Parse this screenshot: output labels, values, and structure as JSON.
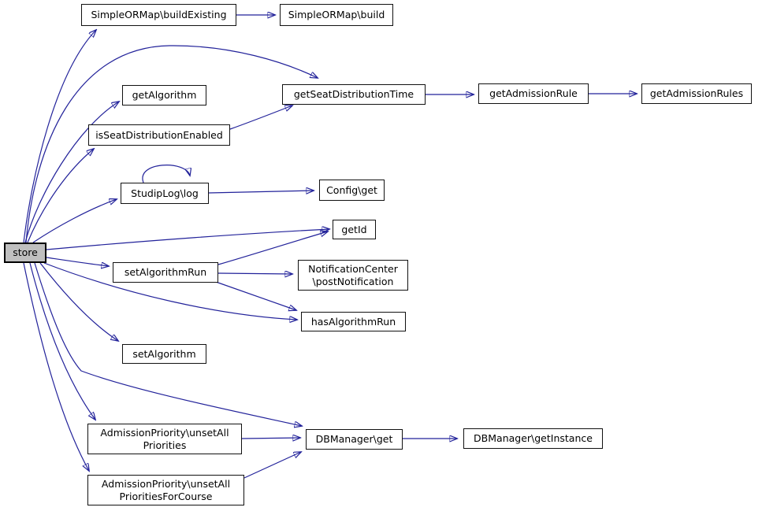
{
  "diagram": {
    "type": "call-graph",
    "background_color": "#ffffff",
    "edge_color": "#22229a",
    "node_border_color": "#111111",
    "highlight_node_fill": "#bfbfbf",
    "nodes": {
      "buildExisting": {
        "label": "SimpleORMap\\buildExisting"
      },
      "build": {
        "label": "SimpleORMap\\build"
      },
      "getAlgorithm": {
        "label": "getAlgorithm"
      },
      "getSeatDistributionTime": {
        "label": "getSeatDistributionTime"
      },
      "getAdmissionRule": {
        "label": "getAdmissionRule"
      },
      "getAdmissionRules": {
        "label": "getAdmissionRules"
      },
      "isSeatDistributionEnabled": {
        "label": "isSeatDistributionEnabled"
      },
      "studipLog": {
        "label": "StudipLog\\log"
      },
      "configGet": {
        "label": "Config\\get"
      },
      "getId": {
        "label": "getId"
      },
      "store": {
        "label": "store"
      },
      "setAlgorithmRun": {
        "label": "setAlgorithmRun"
      },
      "notificationCenter": {
        "label": "NotificationCenter\n\\postNotification"
      },
      "hasAlgorithmRun": {
        "label": "hasAlgorithmRun"
      },
      "setAlgorithm": {
        "label": "setAlgorithm"
      },
      "unsetAllPriorities": {
        "label": "AdmissionPriority\\unsetAll\nPriorities"
      },
      "dbManagerGet": {
        "label": "DBManager\\get"
      },
      "dbManagerGetInstance": {
        "label": "DBManager\\getInstance"
      },
      "unsetAllPrioritiesForCourse": {
        "label": "AdmissionPriority\\unsetAll\nPrioritiesForCourse"
      }
    },
    "edges": [
      {
        "from": "store",
        "to": "buildExisting"
      },
      {
        "from": "store",
        "to": "getSeatDistributionTime"
      },
      {
        "from": "store",
        "to": "getAlgorithm"
      },
      {
        "from": "store",
        "to": "isSeatDistributionEnabled"
      },
      {
        "from": "store",
        "to": "studipLog"
      },
      {
        "from": "store",
        "to": "getId"
      },
      {
        "from": "store",
        "to": "setAlgorithmRun"
      },
      {
        "from": "store",
        "to": "hasAlgorithmRun"
      },
      {
        "from": "store",
        "to": "setAlgorithm"
      },
      {
        "from": "store",
        "to": "dbManagerGet"
      },
      {
        "from": "store",
        "to": "unsetAllPriorities"
      },
      {
        "from": "store",
        "to": "unsetAllPrioritiesForCourse"
      },
      {
        "from": "buildExisting",
        "to": "build"
      },
      {
        "from": "getSeatDistributionTime",
        "to": "getAdmissionRule"
      },
      {
        "from": "getAdmissionRule",
        "to": "getAdmissionRules"
      },
      {
        "from": "isSeatDistributionEnabled",
        "to": "getSeatDistributionTime"
      },
      {
        "from": "studipLog",
        "to": "studipLog"
      },
      {
        "from": "studipLog",
        "to": "configGet"
      },
      {
        "from": "setAlgorithmRun",
        "to": "getId"
      },
      {
        "from": "setAlgorithmRun",
        "to": "notificationCenter"
      },
      {
        "from": "setAlgorithmRun",
        "to": "hasAlgorithmRun"
      },
      {
        "from": "unsetAllPriorities",
        "to": "dbManagerGet"
      },
      {
        "from": "unsetAllPrioritiesForCourse",
        "to": "dbManagerGet"
      },
      {
        "from": "dbManagerGet",
        "to": "dbManagerGetInstance"
      }
    ]
  }
}
